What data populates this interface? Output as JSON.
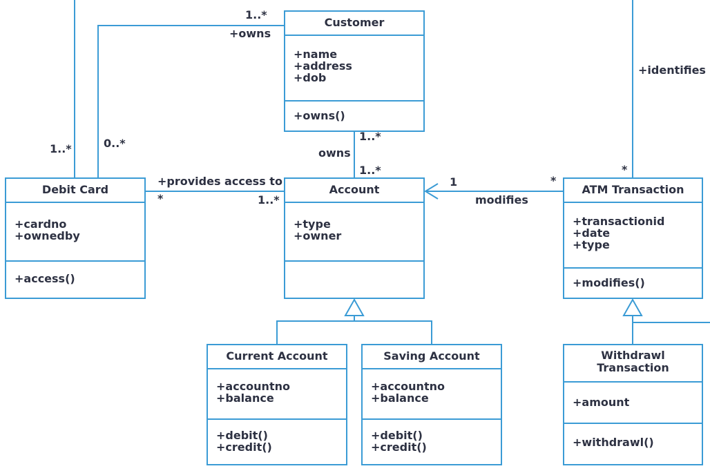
{
  "classes": {
    "customer": {
      "name": "Customer",
      "attributes": [
        "+name",
        "+address",
        "+dob"
      ],
      "operations": [
        "+owns()"
      ]
    },
    "debit_card": {
      "name": "Debit Card",
      "attributes": [
        "+cardno",
        "+ownedby"
      ],
      "operations": [
        "+access()"
      ]
    },
    "account": {
      "name": "Account",
      "attributes": [
        "+type",
        "+owner"
      ],
      "operations": []
    },
    "atm_transaction": {
      "name": "ATM Transaction",
      "attributes": [
        "+transactionid",
        "+date",
        "+type"
      ],
      "operations": [
        "+modifies()"
      ]
    },
    "current_account": {
      "name": "Current Account",
      "attributes": [
        "+accountno",
        "+balance"
      ],
      "operations": [
        "+debit()",
        "+credit()"
      ]
    },
    "saving_account": {
      "name": "Saving Account",
      "attributes": [
        "+accountno",
        "+balance"
      ],
      "operations": [
        "+debit()",
        "+credit()"
      ]
    },
    "withdrawl_transaction": {
      "name": "Withdrawl Transaction",
      "name_lines": [
        "Withdrawl",
        "Transaction"
      ],
      "attributes": [
        "+amount"
      ],
      "operations": [
        "+withdrawl()"
      ]
    }
  },
  "labels": {
    "customer_card_mult_customer": "1..*",
    "customer_card_role": "+owns",
    "card_mult_left": "1..*",
    "card_mult_right": "0..*",
    "owns_mult_top": "1..*",
    "owns_label": "owns",
    "owns_mult_bottom": "1..*",
    "provides_label": "+provides access to",
    "provides_mult_card": "*",
    "provides_mult_account": "1..*",
    "modifies_mult_account": "1",
    "modifies_mult_atm": "*",
    "modifies_label": "modifies",
    "identifies_label": "+identifies",
    "identifies_mult": "*"
  },
  "colors": {
    "line": "#3a9bd5",
    "text": "#2d3142",
    "background": "#ffffff"
  }
}
